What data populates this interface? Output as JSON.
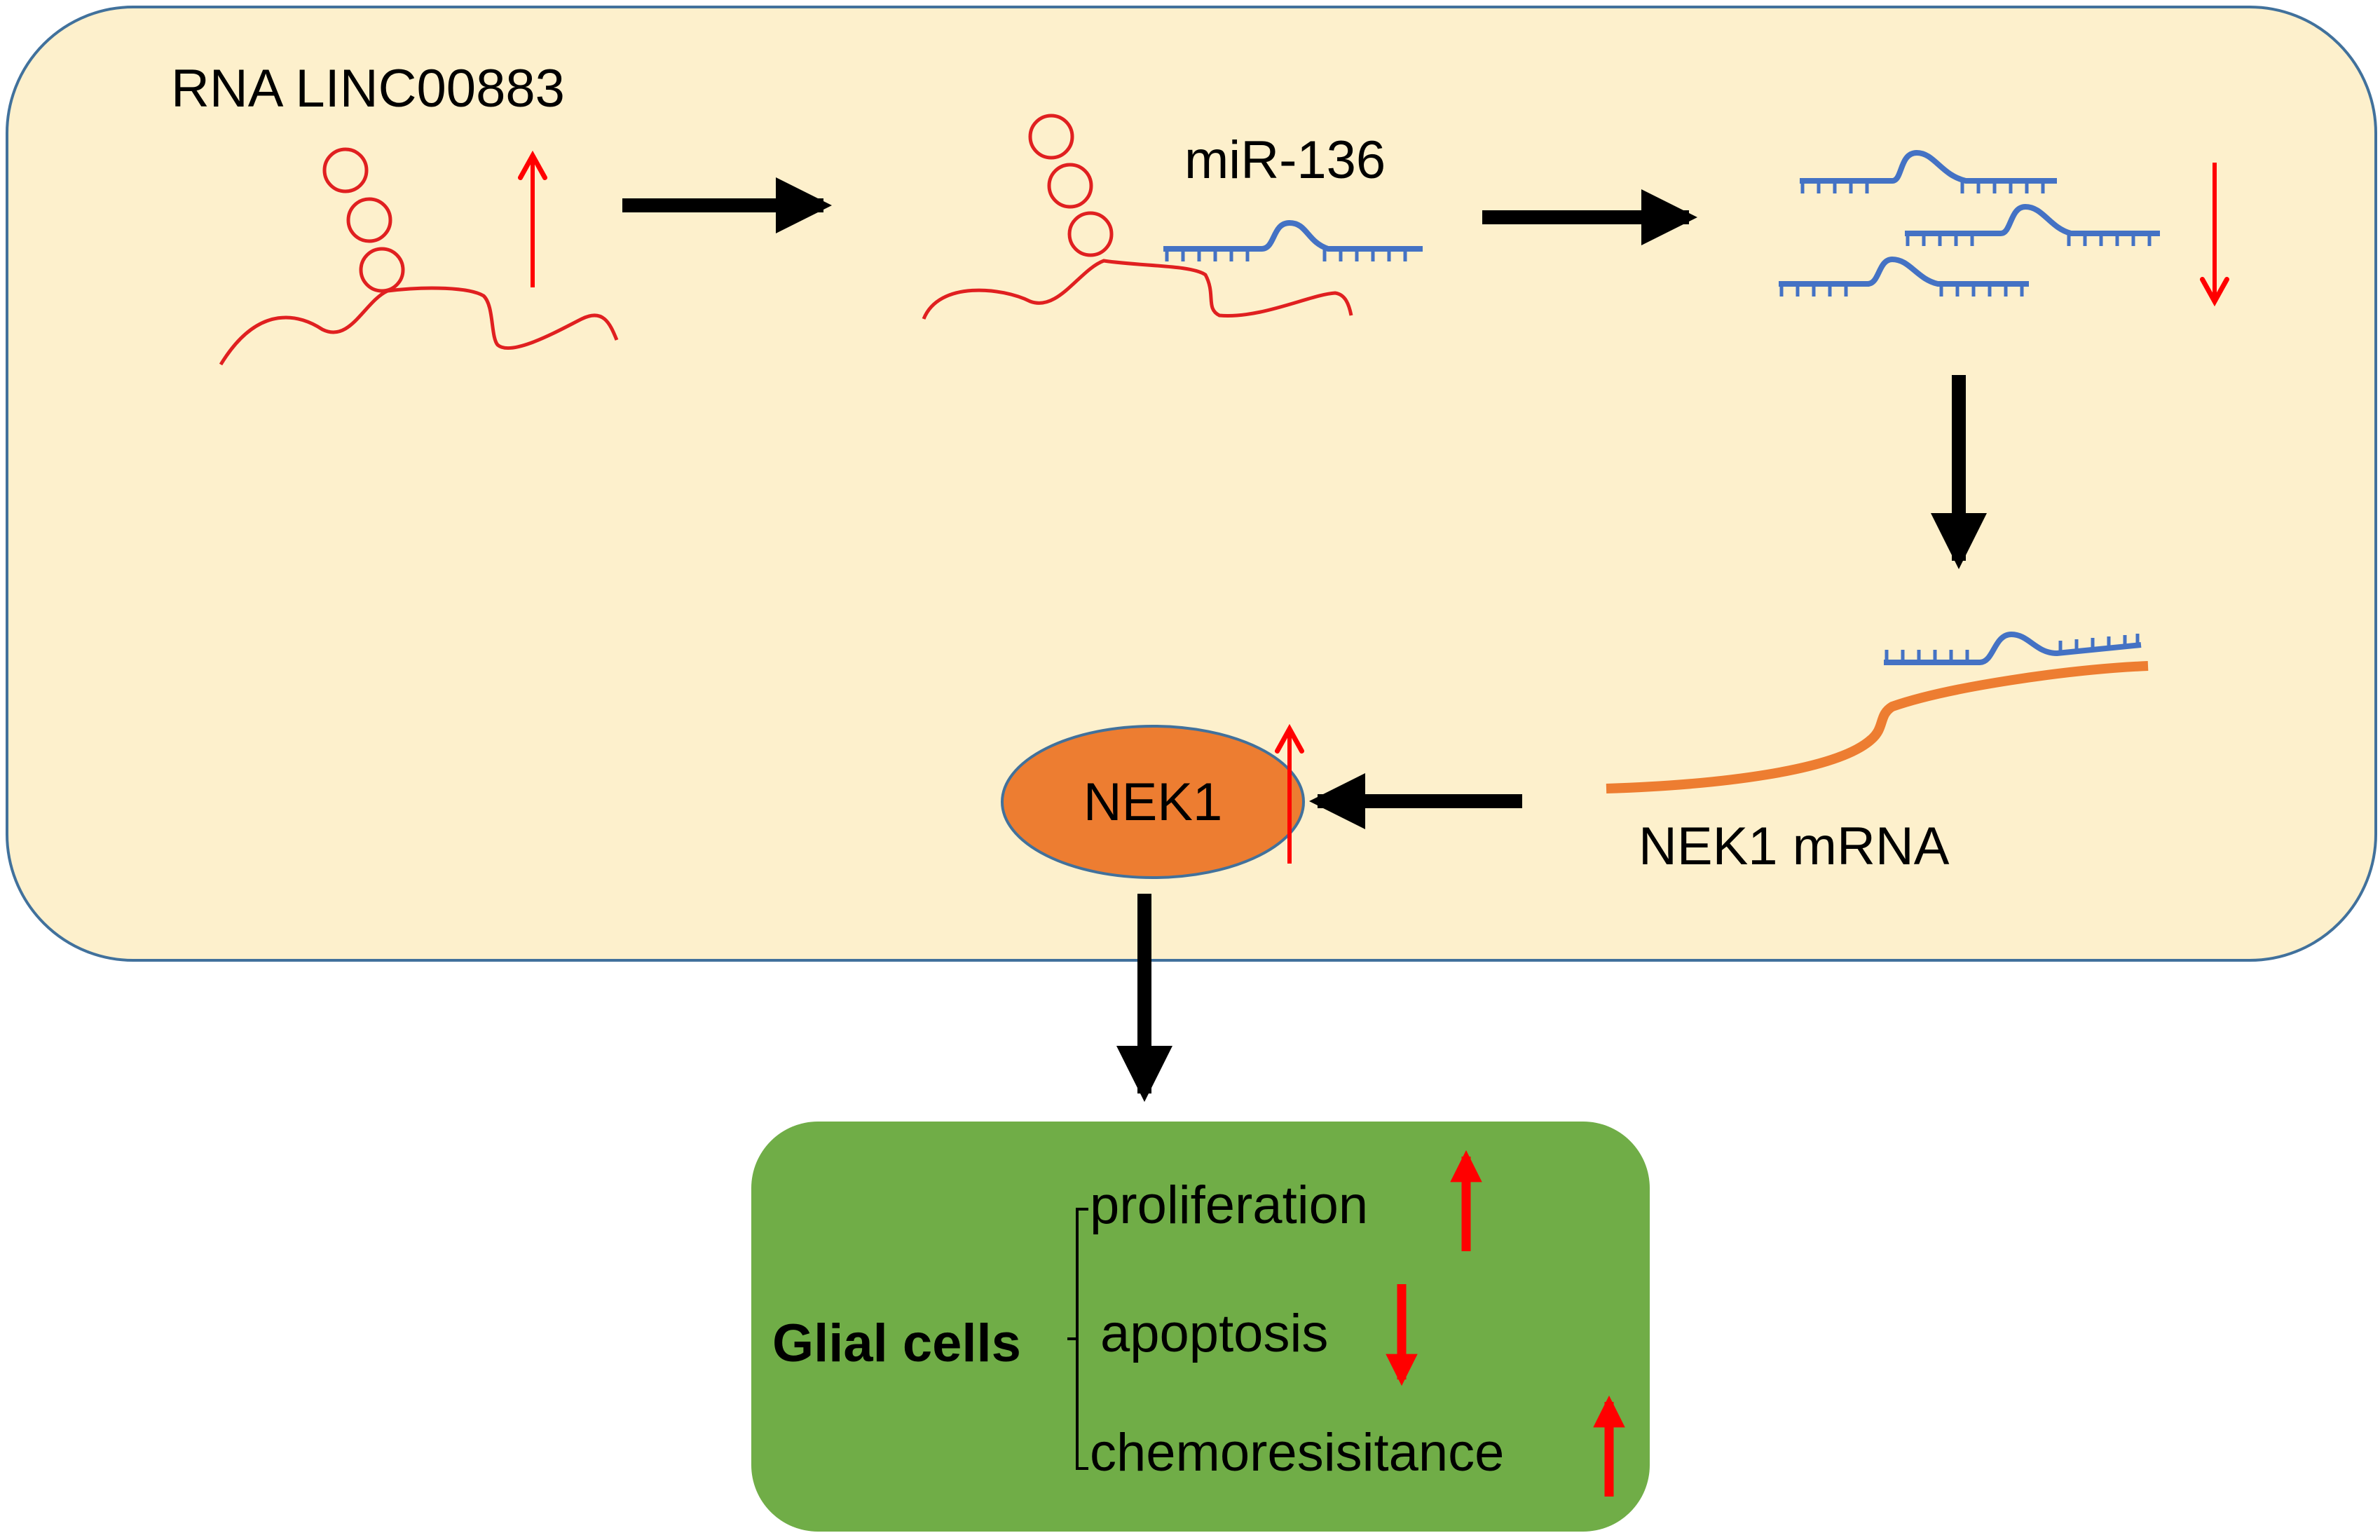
{
  "labels": {
    "lnc_rna": "RNA LINC00883",
    "mirna": "miR-136",
    "nek1_mrna": "NEK1 mRNA",
    "nek1_protein": "NEK1",
    "cell_type": "Glial cells",
    "effect_1": "proliferation",
    "effect_2": "apoptosis",
    "effect_3": "chemoresisitance"
  },
  "colors": {
    "panel_fill": "#fdf0cc",
    "panel_border": "#41719c",
    "lncrna_red": "#e02020",
    "mirna_blue": "#4472c4",
    "mrna_orange": "#ed7d31",
    "protein_fill": "#ed7d31",
    "outcome_green": "#70ad47",
    "arrow_black": "#000000",
    "indicator_red": "#ff0000"
  },
  "icons": [
    "lncrna-strand-icon",
    "mirna-strand-icon",
    "nek1-mrna-strand-icon",
    "nek1-protein-ellipse-icon",
    "up-arrow-icon",
    "down-arrow-icon"
  ]
}
